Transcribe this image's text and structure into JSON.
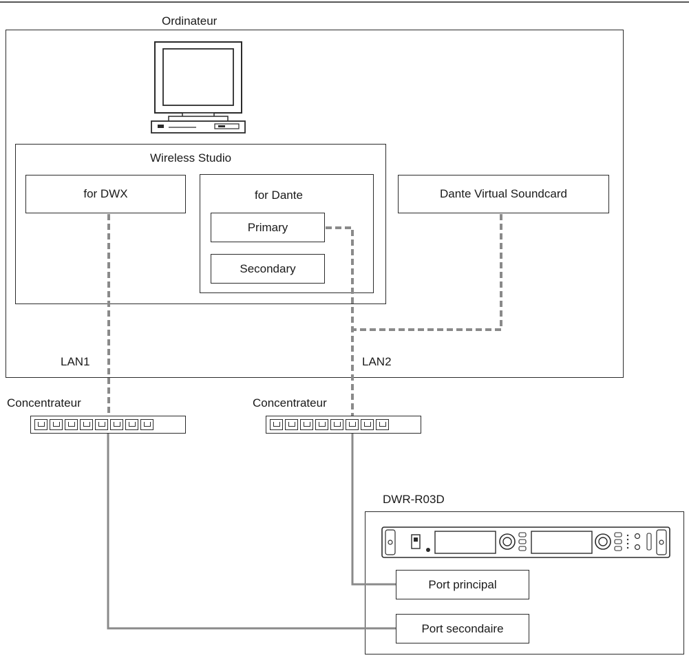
{
  "computer": {
    "title": "Ordinateur"
  },
  "wireless_studio": {
    "title": "Wireless Studio",
    "for_dwx": "for DWX",
    "for_dante": {
      "title": "for Dante",
      "primary": "Primary",
      "secondary": "Secondary"
    }
  },
  "dante_virtual_soundcard": "Dante Virtual Soundcard",
  "lan": {
    "lan1": "LAN1",
    "lan2": "LAN2"
  },
  "hubs": {
    "hub1_label": "Concentrateur",
    "hub2_label": "Concentrateur",
    "port_count": 8
  },
  "receiver": {
    "model": "DWR-R03D",
    "port_main": "Port principal",
    "port_secondary": "Port secondaire"
  }
}
